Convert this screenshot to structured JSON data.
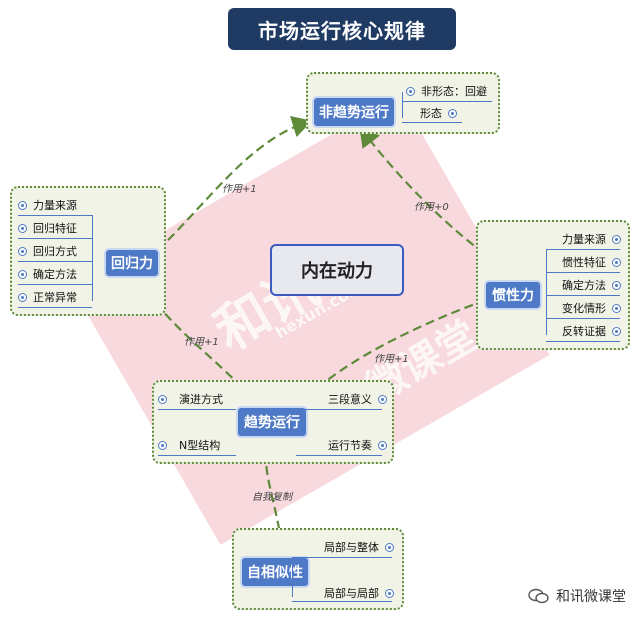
{
  "title": "市场运行核心规律",
  "center": "内在动力",
  "nodes": {
    "fei": {
      "label": "非趋势运行",
      "leaves": [
        "非形态：回避",
        "形态"
      ]
    },
    "hui": {
      "label": "回归力",
      "leaves": [
        "力量来源",
        "回归特征",
        "回归方式",
        "确定方法",
        "正常异常"
      ]
    },
    "guan": {
      "label": "惯性力",
      "leaves": [
        "力量来源",
        "惯性特征",
        "确定方法",
        "变化情形",
        "反转证据"
      ]
    },
    "qu": {
      "label": "趋势运行",
      "left_leaves": [
        "演进方式",
        "N型结构"
      ],
      "right_leaves": [
        "三段意义",
        "运行节奏"
      ]
    },
    "zi": {
      "label": "自相似性",
      "leaves": [
        "局部与整体",
        "局部与局部"
      ]
    }
  },
  "edges": {
    "hui_to_fei": "作用+1",
    "guan_to_fei": "作用+0",
    "hui_to_qu": "作用+1",
    "guan_to_qu": "作用+1",
    "qu_to_zi": "自我复制"
  },
  "watermark": {
    "main": "和讯",
    "sub": "hexun.com",
    "side": "微课堂"
  },
  "brand": "和讯微课堂",
  "colors": {
    "node": "#4e79c7",
    "title": "#1f3b64",
    "arrow": "#5f8a3a",
    "panel_border": "#5f8a3a"
  }
}
